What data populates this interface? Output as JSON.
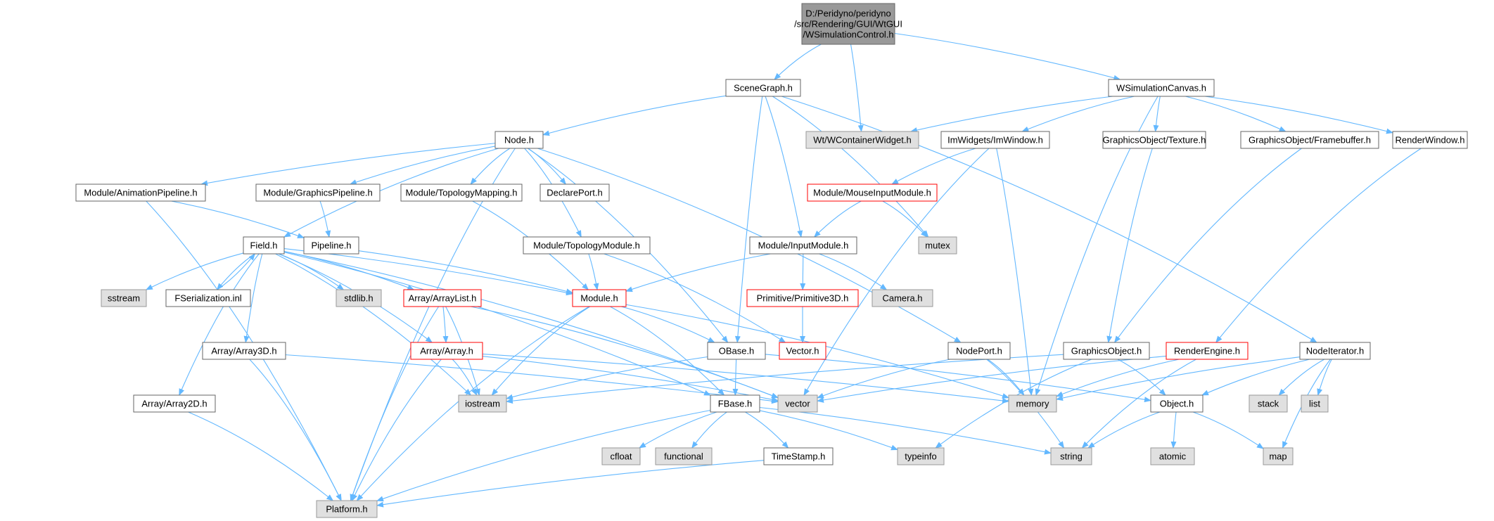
{
  "colors": {
    "edge": "#63b8ff",
    "root_fill": "#999999",
    "root_stroke": "#666666",
    "normal_fill": "#ffffff",
    "normal_stroke": "#666666",
    "incomplete_stroke": "#ff0000",
    "external_fill": "#e0e0e0",
    "external_stroke": "#999999"
  },
  "nodes": [
    {
      "id": "root",
      "label": "D:/Peridyno/peridyno\n/src/Rendering/GUI/WtGUI\n/WSimulationControl.h",
      "kind": "root"
    },
    {
      "id": "scenegraph",
      "label": "SceneGraph.h",
      "kind": "normal"
    },
    {
      "id": "wcontainer",
      "label": "Wt/WContainerWidget.h",
      "kind": "external"
    },
    {
      "id": "wsimcanvas",
      "label": "WSimulationCanvas.h",
      "kind": "normal"
    },
    {
      "id": "node",
      "label": "Node.h",
      "kind": "normal"
    },
    {
      "id": "imwindow",
      "label": "ImWidgets/ImWindow.h",
      "kind": "normal"
    },
    {
      "id": "gotexture",
      "label": "GraphicsObject/Texture.h",
      "kind": "normal"
    },
    {
      "id": "goframebuffer",
      "label": "GraphicsObject/Framebuffer.h",
      "kind": "normal"
    },
    {
      "id": "renderwindow",
      "label": "RenderWindow.h",
      "kind": "normal"
    },
    {
      "id": "animpipeline",
      "label": "Module/AnimationPipeline.h",
      "kind": "normal"
    },
    {
      "id": "gfxpipeline",
      "label": "Module/GraphicsPipeline.h",
      "kind": "normal"
    },
    {
      "id": "topomapping",
      "label": "Module/TopologyMapping.h",
      "kind": "normal"
    },
    {
      "id": "declareport",
      "label": "DeclarePort.h",
      "kind": "normal"
    },
    {
      "id": "mouseinput",
      "label": "Module/MouseInputModule.h",
      "kind": "incomplete"
    },
    {
      "id": "field",
      "label": "Field.h",
      "kind": "normal"
    },
    {
      "id": "pipeline",
      "label": "Pipeline.h",
      "kind": "normal"
    },
    {
      "id": "topomodule",
      "label": "Module/TopologyModule.h",
      "kind": "normal"
    },
    {
      "id": "inputmodule",
      "label": "Module/InputModule.h",
      "kind": "normal"
    },
    {
      "id": "mutex",
      "label": "mutex",
      "kind": "external"
    },
    {
      "id": "sstream",
      "label": "sstream",
      "kind": "external"
    },
    {
      "id": "fserial",
      "label": "FSerialization.inl",
      "kind": "normal"
    },
    {
      "id": "stdlib",
      "label": "stdlib.h",
      "kind": "external"
    },
    {
      "id": "arraylist",
      "label": "Array/ArrayList.h",
      "kind": "incomplete"
    },
    {
      "id": "module",
      "label": "Module.h",
      "kind": "incomplete"
    },
    {
      "id": "primitive3d",
      "label": "Primitive/Primitive3D.h",
      "kind": "incomplete"
    },
    {
      "id": "camera",
      "label": "Camera.h",
      "kind": "external"
    },
    {
      "id": "array3d",
      "label": "Array/Array3D.h",
      "kind": "normal"
    },
    {
      "id": "array",
      "label": "Array/Array.h",
      "kind": "incomplete"
    },
    {
      "id": "obase",
      "label": "OBase.h",
      "kind": "normal"
    },
    {
      "id": "vectorh",
      "label": "Vector.h",
      "kind": "incomplete"
    },
    {
      "id": "nodeport",
      "label": "NodePort.h",
      "kind": "normal"
    },
    {
      "id": "graphicsobject",
      "label": "GraphicsObject.h",
      "kind": "normal"
    },
    {
      "id": "renderengine",
      "label": "RenderEngine.h",
      "kind": "incomplete"
    },
    {
      "id": "nodeiterator",
      "label": "NodeIterator.h",
      "kind": "normal"
    },
    {
      "id": "array2d",
      "label": "Array/Array2D.h",
      "kind": "normal"
    },
    {
      "id": "iostream",
      "label": "iostream",
      "kind": "external"
    },
    {
      "id": "vector",
      "label": "vector",
      "kind": "external"
    },
    {
      "id": "memory",
      "label": "memory",
      "kind": "external"
    },
    {
      "id": "stack",
      "label": "stack",
      "kind": "external"
    },
    {
      "id": "list",
      "label": "list",
      "kind": "external"
    },
    {
      "id": "fbase",
      "label": "FBase.h",
      "kind": "normal"
    },
    {
      "id": "object",
      "label": "Object.h",
      "kind": "normal"
    },
    {
      "id": "cfloat",
      "label": "cfloat",
      "kind": "external"
    },
    {
      "id": "functional",
      "label": "functional",
      "kind": "external"
    },
    {
      "id": "timestamp",
      "label": "TimeStamp.h",
      "kind": "normal"
    },
    {
      "id": "typeinfo",
      "label": "typeinfo",
      "kind": "external"
    },
    {
      "id": "string",
      "label": "string",
      "kind": "external"
    },
    {
      "id": "atomic",
      "label": "atomic",
      "kind": "external"
    },
    {
      "id": "map",
      "label": "map",
      "kind": "external"
    },
    {
      "id": "platform",
      "label": "Platform.h",
      "kind": "external"
    }
  ],
  "edges": [
    [
      "root",
      "scenegraph"
    ],
    [
      "root",
      "wcontainer"
    ],
    [
      "root",
      "wsimcanvas"
    ],
    [
      "scenegraph",
      "node"
    ],
    [
      "scenegraph",
      "mutex"
    ],
    [
      "scenegraph",
      "inputmodule"
    ],
    [
      "scenegraph",
      "obase"
    ],
    [
      "scenegraph",
      "nodeiterator"
    ],
    [
      "wsimcanvas",
      "wcontainer"
    ],
    [
      "wsimcanvas",
      "imwindow"
    ],
    [
      "wsimcanvas",
      "gotexture"
    ],
    [
      "wsimcanvas",
      "goframebuffer"
    ],
    [
      "wsimcanvas",
      "renderwindow"
    ],
    [
      "wsimcanvas",
      "memory"
    ],
    [
      "node",
      "animpipeline"
    ],
    [
      "node",
      "gfxpipeline"
    ],
    [
      "node",
      "topomapping"
    ],
    [
      "node",
      "declareport"
    ],
    [
      "node",
      "field"
    ],
    [
      "node",
      "topomodule"
    ],
    [
      "node",
      "obase"
    ],
    [
      "node",
      "nodeport"
    ],
    [
      "node",
      "platform"
    ],
    [
      "imwindow",
      "mouseinput"
    ],
    [
      "imwindow",
      "vector"
    ],
    [
      "imwindow",
      "memory"
    ],
    [
      "gotexture",
      "graphicsobject"
    ],
    [
      "goframebuffer",
      "graphicsobject"
    ],
    [
      "renderwindow",
      "renderengine"
    ],
    [
      "animpipeline",
      "pipeline"
    ],
    [
      "animpipeline",
      "platform"
    ],
    [
      "gfxpipeline",
      "pipeline"
    ],
    [
      "topomapping",
      "module"
    ],
    [
      "mouseinput",
      "inputmodule"
    ],
    [
      "mouseinput",
      "mutex"
    ],
    [
      "field",
      "sstream"
    ],
    [
      "field",
      "fserial"
    ],
    [
      "field",
      "stdlib"
    ],
    [
      "field",
      "arraylist"
    ],
    [
      "field",
      "array"
    ],
    [
      "field",
      "array3d"
    ],
    [
      "field",
      "array2d"
    ],
    [
      "field",
      "iostream"
    ],
    [
      "field",
      "vector"
    ],
    [
      "field",
      "fbase"
    ],
    [
      "field",
      "module"
    ],
    [
      "fserial",
      "field"
    ],
    [
      "pipeline",
      "module"
    ],
    [
      "topomodule",
      "module"
    ],
    [
      "topomodule",
      "vectorh"
    ],
    [
      "inputmodule",
      "module"
    ],
    [
      "inputmodule",
      "primitive3d"
    ],
    [
      "inputmodule",
      "camera"
    ],
    [
      "arraylist",
      "array"
    ],
    [
      "arraylist",
      "iostream"
    ],
    [
      "arraylist",
      "vector"
    ],
    [
      "arraylist",
      "platform"
    ],
    [
      "module",
      "obase"
    ],
    [
      "module",
      "iostream"
    ],
    [
      "module",
      "platform"
    ],
    [
      "module",
      "fbase"
    ],
    [
      "module",
      "memory"
    ],
    [
      "primitive3d",
      "vectorh"
    ],
    [
      "array3d",
      "platform"
    ],
    [
      "array3d",
      "vector"
    ],
    [
      "array",
      "iostream"
    ],
    [
      "array",
      "vector"
    ],
    [
      "array",
      "platform"
    ],
    [
      "array",
      "memory"
    ],
    [
      "obase",
      "fbase"
    ],
    [
      "obase",
      "object"
    ],
    [
      "obase",
      "iostream"
    ],
    [
      "nodeport",
      "vector"
    ],
    [
      "nodeport",
      "memory"
    ],
    [
      "nodeport",
      "string"
    ],
    [
      "graphicsobject",
      "iostream"
    ],
    [
      "graphicsobject",
      "object"
    ],
    [
      "graphicsobject",
      "typeinfo"
    ],
    [
      "renderengine",
      "vector"
    ],
    [
      "renderengine",
      "memory"
    ],
    [
      "renderengine",
      "string"
    ],
    [
      "nodeiterator",
      "stack"
    ],
    [
      "nodeiterator",
      "list"
    ],
    [
      "nodeiterator",
      "memory"
    ],
    [
      "nodeiterator",
      "object"
    ],
    [
      "nodeiterator",
      "map"
    ],
    [
      "array2d",
      "platform"
    ],
    [
      "fbase",
      "cfloat"
    ],
    [
      "fbase",
      "functional"
    ],
    [
      "fbase",
      "timestamp"
    ],
    [
      "fbase",
      "typeinfo"
    ],
    [
      "fbase",
      "string"
    ],
    [
      "fbase",
      "platform"
    ],
    [
      "object",
      "atomic"
    ],
    [
      "object",
      "map"
    ],
    [
      "object",
      "string"
    ],
    [
      "timestamp",
      "platform"
    ]
  ]
}
